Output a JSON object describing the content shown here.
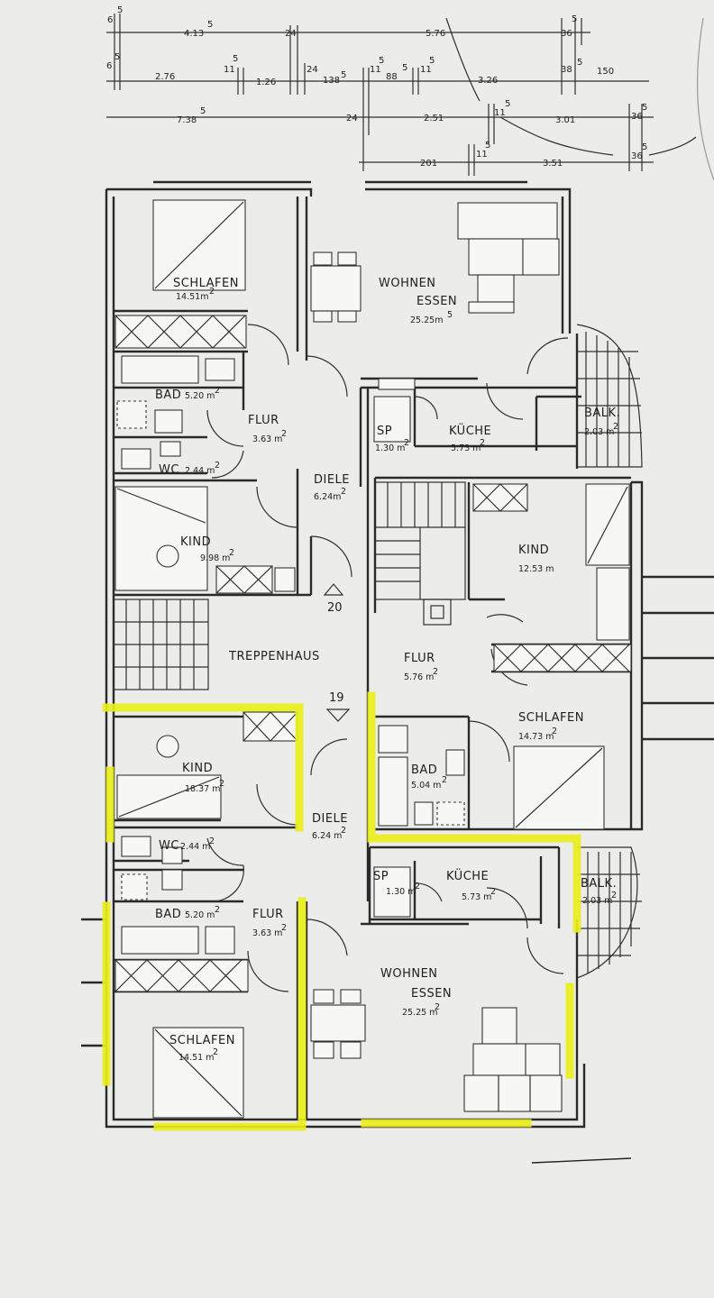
{
  "dimensions": [
    {
      "id": "d1",
      "items": [
        "6",
        "5",
        "4.13",
        "5",
        "24",
        "5.76",
        "36",
        "5"
      ]
    },
    {
      "id": "d2",
      "items": [
        "6",
        "5",
        "2.76",
        "11",
        "5",
        "1.26",
        "24",
        "138",
        "5",
        "11",
        "5",
        "88",
        "5",
        "11",
        "5",
        "3.26",
        "38",
        "5",
        "150"
      ]
    },
    {
      "id": "d3",
      "items": [
        "7.38",
        "5",
        "24",
        "2.51",
        "11",
        "5",
        "3.01",
        "36",
        "5"
      ]
    },
    {
      "id": "d4",
      "items": [
        "201",
        "11",
        "5",
        "3.51",
        "36",
        "5"
      ]
    }
  ],
  "rooms": [
    {
      "key": "schlafen_top",
      "name": "SCHLAFEN",
      "area": "14.51m",
      "sup": "2"
    },
    {
      "key": "wohnen_top",
      "name": "WOHNEN",
      "name2": "ESSEN",
      "area": "25.25m",
      "sup": "5"
    },
    {
      "key": "bad_top",
      "name": "BAD",
      "area": "5.20 m",
      "sup": "2"
    },
    {
      "key": "flur_top",
      "name": "FLUR",
      "area": "3.63 m",
      "sup": "2"
    },
    {
      "key": "sp_top",
      "name": "SP",
      "area": "1.30 m",
      "sup": "2"
    },
    {
      "key": "kueche_top",
      "name": "KÜCHE",
      "area": "5.73 m",
      "sup": "2"
    },
    {
      "key": "balk_top",
      "name": "BALK.",
      "area": "2.03 m",
      "sup": "2"
    },
    {
      "key": "wc_top",
      "name": "WC",
      "area": "2.44 m",
      "sup": "2"
    },
    {
      "key": "diele_top",
      "name": "DIELE",
      "area": "6.24m",
      "sup": "2"
    },
    {
      "key": "kind_top",
      "name": "KIND",
      "area": "9.98 m",
      "sup": "2"
    },
    {
      "key": "kind_right",
      "name": "KIND",
      "area": "12.53 m",
      "sup": ""
    },
    {
      "key": "treppenhaus",
      "name": "TREPPENHAUS",
      "area": "",
      "sup": ""
    },
    {
      "key": "flur_mid",
      "name": "FLUR",
      "area": "5.76 m",
      "sup": "2"
    },
    {
      "key": "schlafen_mid",
      "name": "SCHLAFEN",
      "area": "14.73 m",
      "sup": "2"
    },
    {
      "key": "kind_bottom",
      "name": "KIND",
      "area": "18.37 m",
      "sup": "2"
    },
    {
      "key": "bad_mid",
      "name": "BAD",
      "area": "5.04 m",
      "sup": "2"
    },
    {
      "key": "diele_bottom",
      "name": "DIELE",
      "area": "6.24 m",
      "sup": "2"
    },
    {
      "key": "wc_bottom",
      "name": "WC",
      "area": "2.44 m",
      "sup": "2"
    },
    {
      "key": "sp_bottom",
      "name": "SP",
      "area": "1.30 m",
      "sup": "2"
    },
    {
      "key": "kueche_bottom",
      "name": "KÜCHE",
      "area": "5.73 m",
      "sup": "2"
    },
    {
      "key": "balk_bottom",
      "name": "BALK.",
      "area": "2.03 m",
      "sup": "2"
    },
    {
      "key": "bad_bottom",
      "name": "BAD",
      "area": "5.20 m",
      "sup": "2"
    },
    {
      "key": "flur_bottom",
      "name": "FLUR",
      "area": "3.63 m",
      "sup": "2"
    },
    {
      "key": "wohnen_bottom",
      "name": "WOHNEN",
      "name2": "ESSEN",
      "area": "25.25 m",
      "sup": "2"
    },
    {
      "key": "schlafen_bottom",
      "name": "SCHLAFEN",
      "area": "14.51 m",
      "sup": "2"
    }
  ],
  "stairs": {
    "up": "20",
    "down": "19"
  },
  "colors": {
    "paper": "#ececeb",
    "ink": "#2a2a2a",
    "highlight": "#e9ee1b"
  }
}
